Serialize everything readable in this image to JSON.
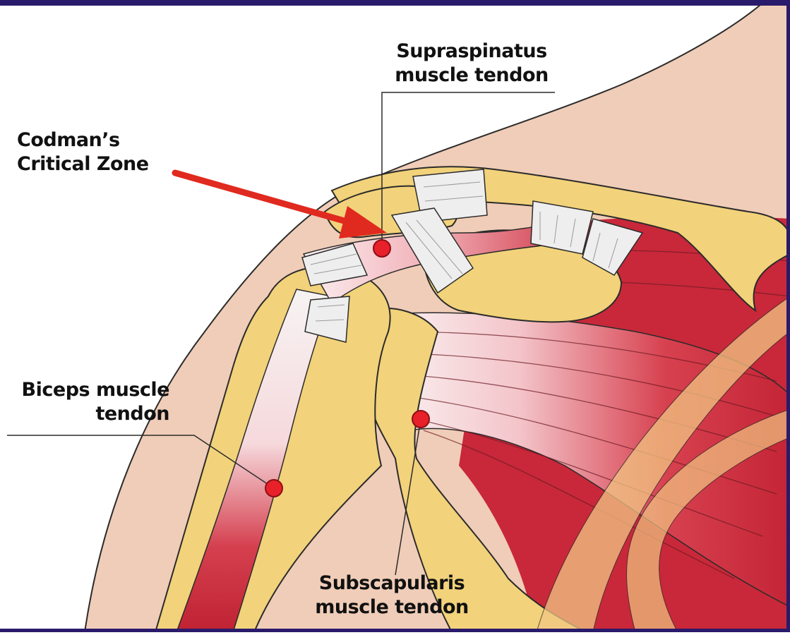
{
  "diagram": {
    "labels": {
      "supraspinatus": {
        "line1": "Supraspinatus",
        "line2": "muscle tendon"
      },
      "codman": {
        "line1": "Codman’s",
        "line2": "Critical Zone"
      },
      "biceps": {
        "line1": "Biceps muscle",
        "line2": "tendon"
      },
      "subscapularis": {
        "line1": "Subscapularis",
        "line2": "muscle tendon"
      }
    },
    "colors": {
      "frame": "#2a1a6b",
      "skin": "#f0cdb8",
      "bone": "#f2d27a",
      "bone_outline": "#2b2b2b",
      "muscle": "#c8283a",
      "tendon": "#f5f5f5",
      "marker": "#e8202a",
      "arrow": "#e02a1f"
    }
  }
}
